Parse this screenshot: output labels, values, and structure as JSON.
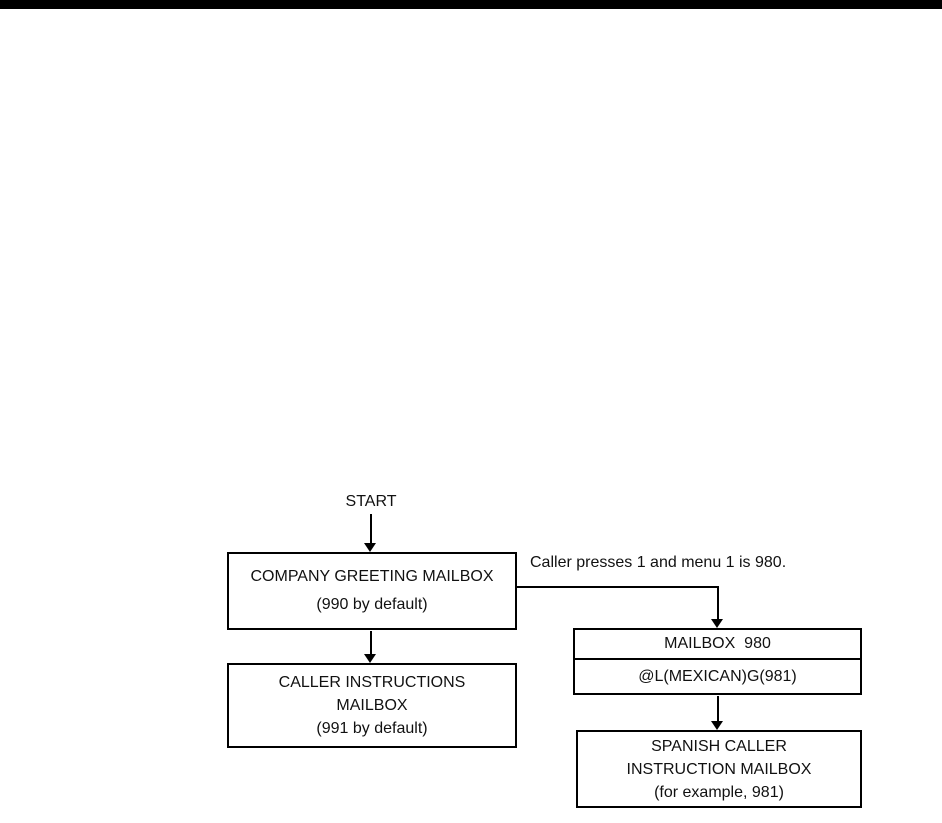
{
  "page": {
    "background_color": "#ffffff",
    "top_bar_color": "#000000",
    "text_color": "#111111"
  },
  "flowchart": {
    "start_label": "START",
    "edge_label": "Caller presses 1 and menu 1 is 980.",
    "company_greeting_box": {
      "line1": "COMPANY GREETING MAILBOX",
      "line2": "(990 by default)"
    },
    "mailbox_980_box": {
      "title": "MAILBOX  980",
      "command": "@L(MEXICAN)G(981)"
    },
    "caller_instructions_box": {
      "line1": "CALLER INSTRUCTIONS",
      "line2": "MAILBOX",
      "line3": "(991 by default)"
    },
    "spanish_caller_box": {
      "line1": "SPANISH CALLER",
      "line2": "INSTRUCTION MAILBOX",
      "line3": "(for example, 981)"
    }
  }
}
